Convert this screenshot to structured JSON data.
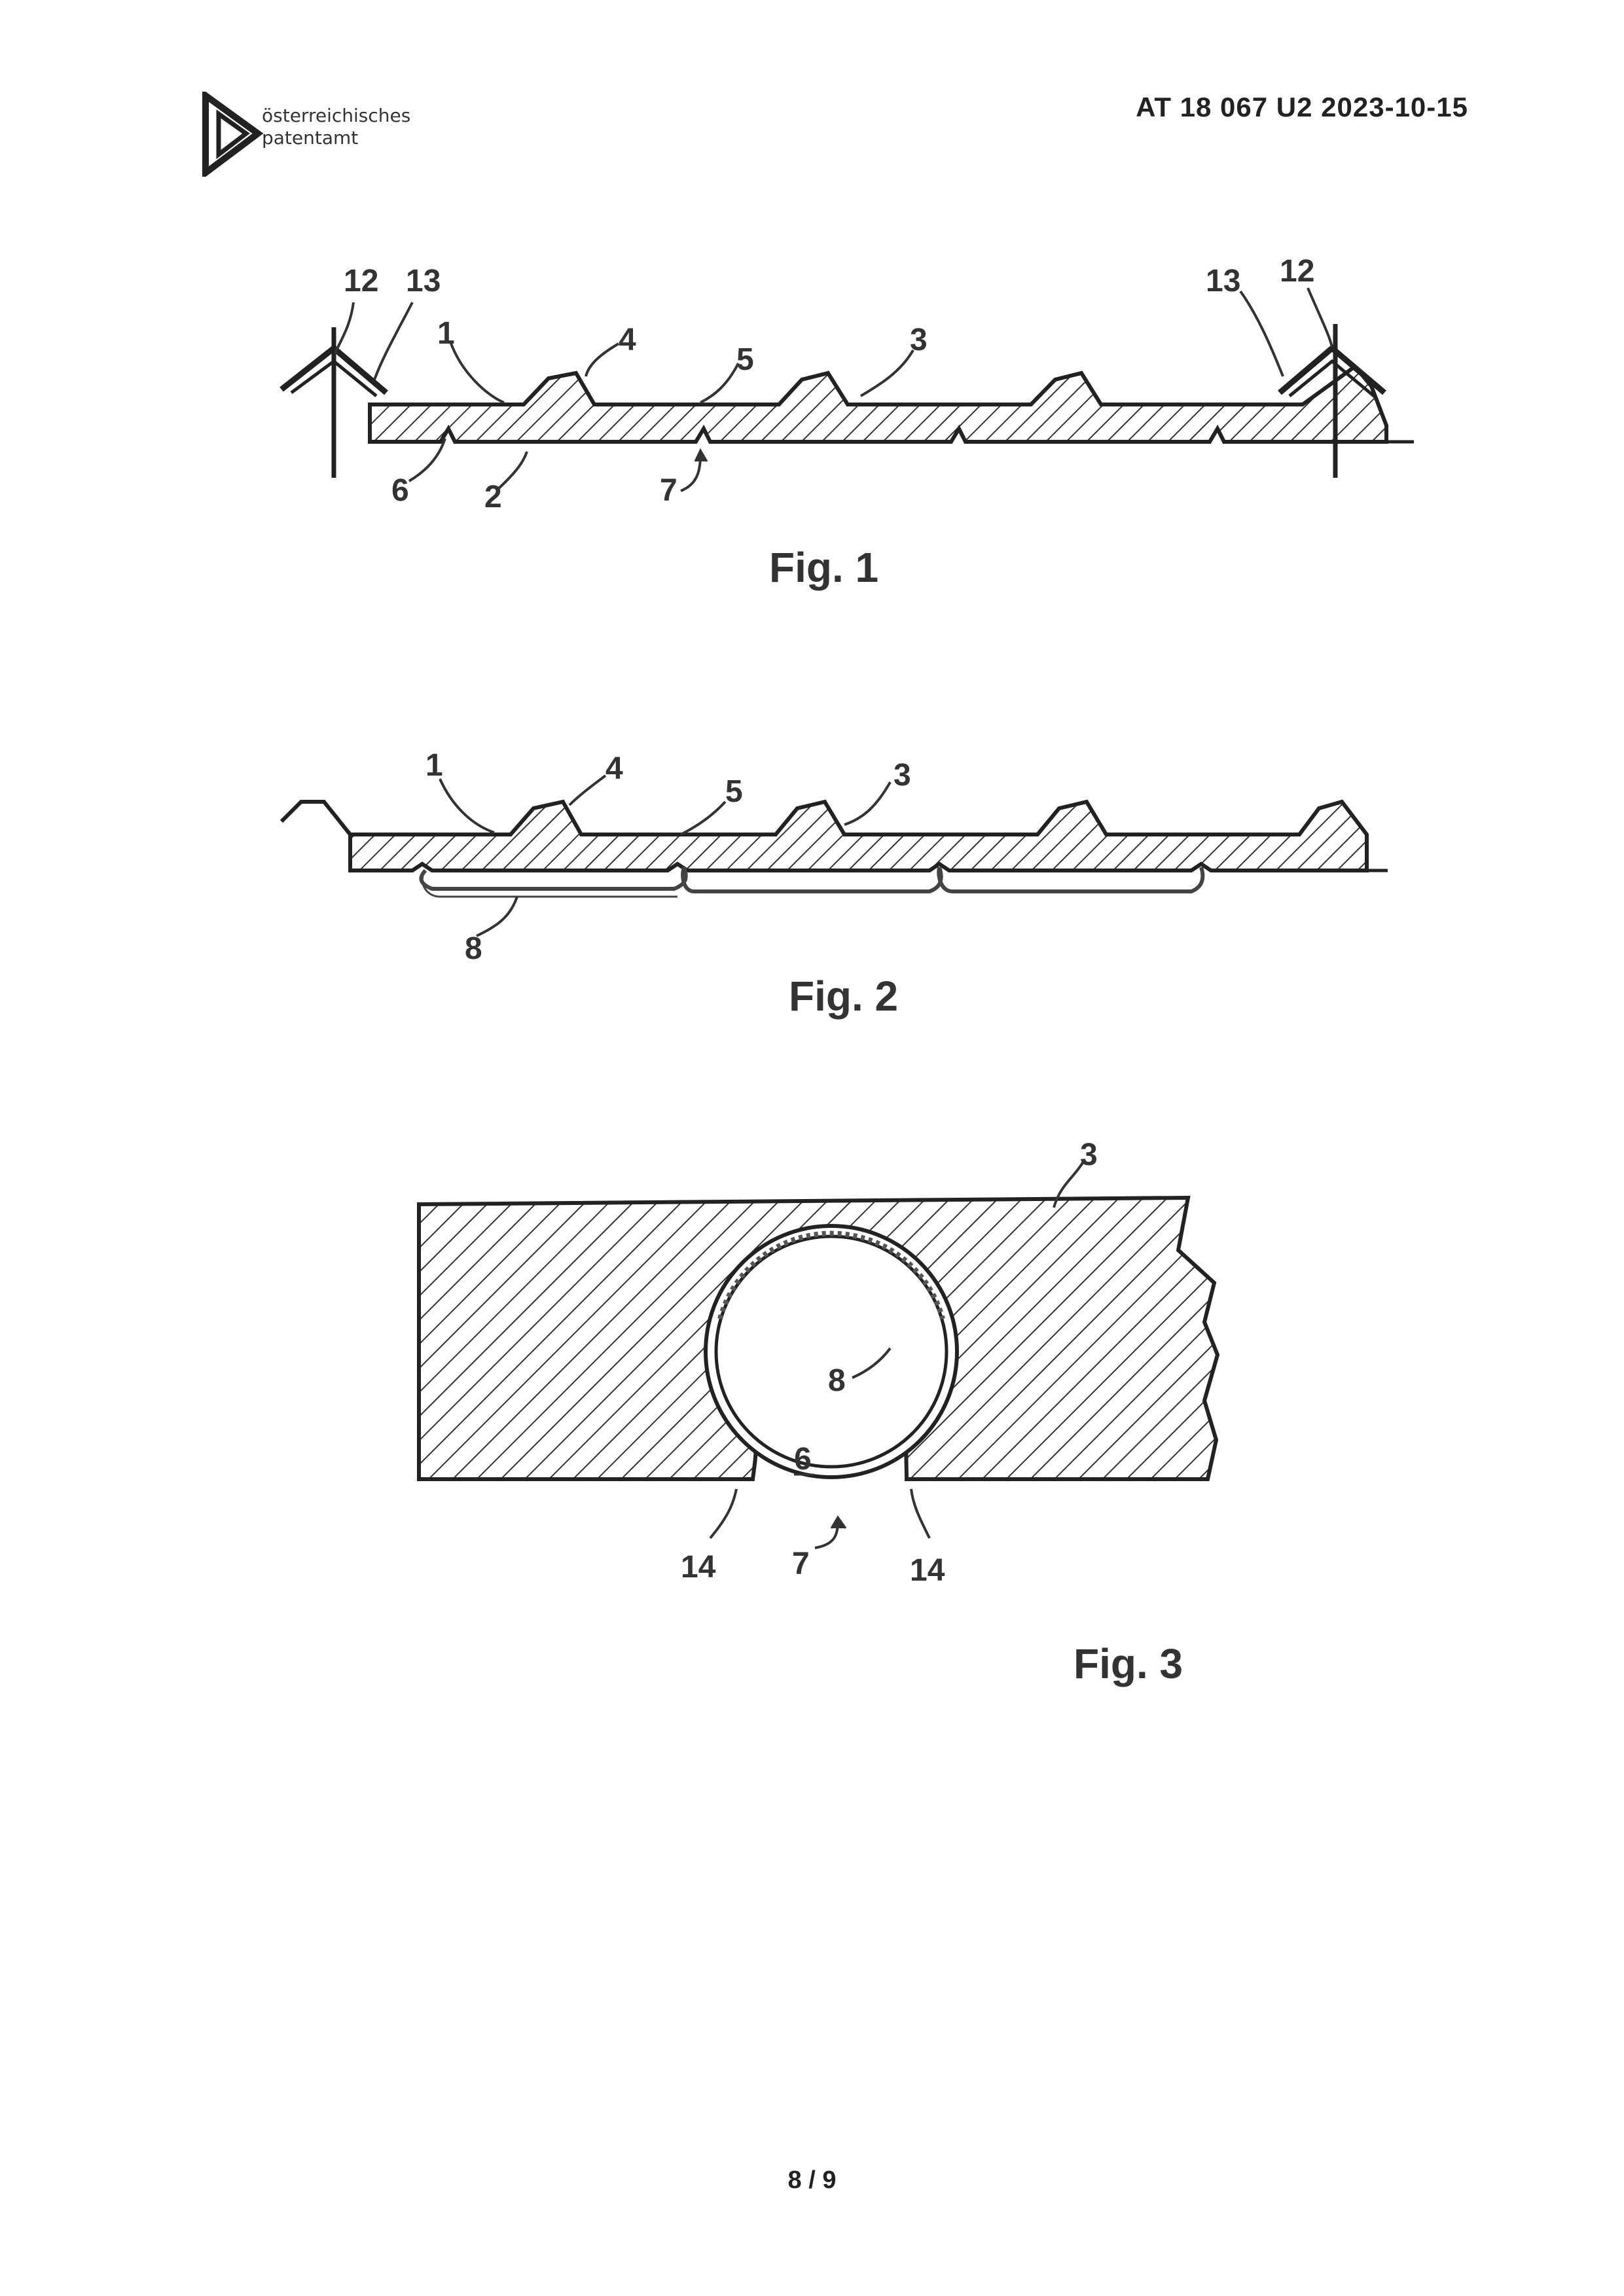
{
  "header": {
    "org_line1": "österreichisches",
    "org_line2": "patentamt",
    "doc_id": "AT 18 067 U2  2023-10-15"
  },
  "figures": [
    {
      "caption": "Fig. 1",
      "refs": {
        "r12a": "12",
        "r13a": "13",
        "r1": "1",
        "r4": "4",
        "r5": "5",
        "r3": "3",
        "r13b": "13",
        "r12b": "12",
        "r6": "6",
        "r2": "2",
        "r7": "7"
      }
    },
    {
      "caption": "Fig. 2",
      "refs": {
        "r1": "1",
        "r4": "4",
        "r5": "5",
        "r3": "3",
        "r8": "8"
      }
    },
    {
      "caption": "Fig. 3",
      "refs": {
        "r3": "3",
        "r8": "8",
        "r6": "6",
        "r14a": "14",
        "r7": "7",
        "r14b": "14"
      }
    }
  ],
  "footer": {
    "page": "8 / 9"
  }
}
